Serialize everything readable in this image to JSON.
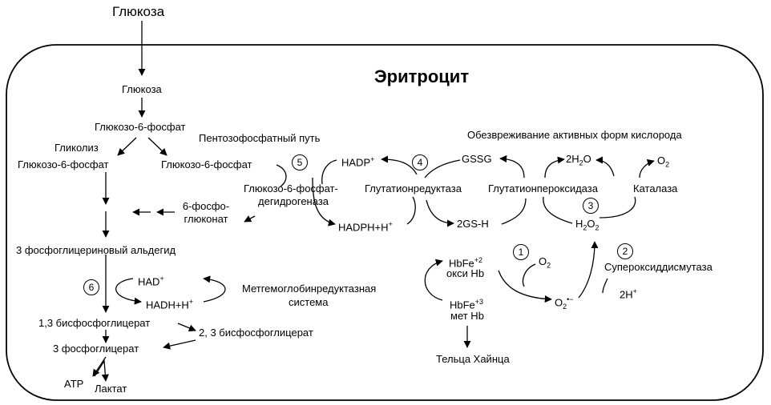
{
  "title": "Эритроцит",
  "outside": {
    "glucose": "Глюкоза"
  },
  "glycolysis": {
    "glucose": "Глюкоза",
    "g6p": "Глюкозо-6-фосфат",
    "label": "Гликолиз",
    "g6p_branch": "Глюкозо-6-фосфат",
    "gap": "3 фосфоглицериновый альдегид",
    "nad": "HAD",
    "nad_sup": "+",
    "nadh": "HADH+H",
    "nadh_sup": "+",
    "bpg13": "1,3 бисфосфоглицерат",
    "bpg23": "2, 3 бисфосфоглицерат",
    "pg3": "3 фосфоглицерат",
    "atp": "ATP",
    "lactate": "Лактат",
    "methb_reductase_line1": "Метгемоглобинредуктазная",
    "methb_reductase_line2": "система"
  },
  "ppp": {
    "label": "Пентозофосфатный путь",
    "g6p": "Глюкозо-6-фосфат",
    "enzyme_line1": "Глюкозо-6-фосфат-",
    "enzyme_line2": "дегидрогеназа",
    "phosphogluconate_line1": "6-фосфо-",
    "phosphogluconate_line2": "глюконат",
    "nadp": "HADP",
    "nadp_sup": "+",
    "nadph": "HADPH+H",
    "nadph_sup": "+"
  },
  "glutathione": {
    "reductase": "Глутатионредуктаза",
    "gssg": "GSSG",
    "gsh": "2GS-H",
    "peroxidase": "Глутатионпероксидаза"
  },
  "ros": {
    "label": "Обезвреживание активных форм кислорода",
    "h2o": "2H",
    "h2o_sub": "2",
    "h2o_tail": "O",
    "o2": "O",
    "o2_sub": "2",
    "catalase": "Каталаза",
    "h2o2": "H",
    "h2o2_sub1": "2",
    "h2o2_mid": "O",
    "h2o2_sub2": "2",
    "sod": "Супероксиддисмутаза",
    "h_plus": "2H",
    "h_plus_sup": "+",
    "superoxide": "O",
    "superoxide_sub": "2",
    "superoxide_sup": "•",
    "superoxide_charge": "−"
  },
  "hemoglobin": {
    "oxy_fe": "HbFe",
    "oxy_fe_sup": "+2",
    "oxy_label": "окси Hb",
    "met_fe": "HbFe",
    "met_fe_sup": "+3",
    "met_label": "мет Hb",
    "o2": "O",
    "o2_sub": "2",
    "heinz": "Тельца Хайнца"
  },
  "step_numbers": [
    "1",
    "2",
    "3",
    "4",
    "5",
    "6"
  ]
}
